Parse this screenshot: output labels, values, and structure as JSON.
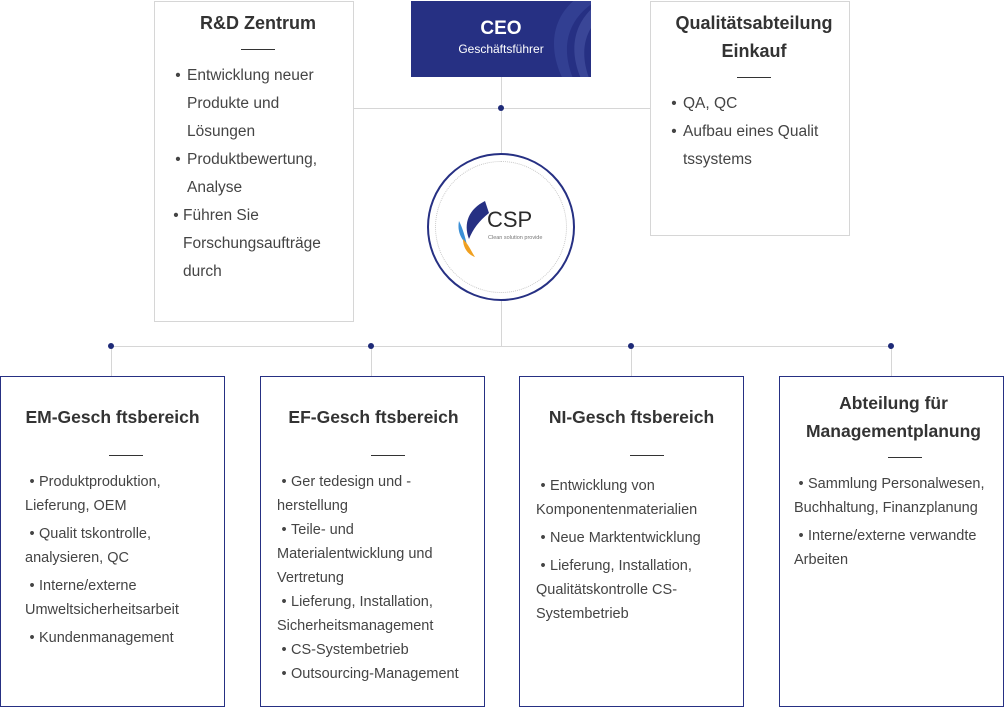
{
  "ceo": {
    "title": "CEO",
    "subtitle": "Geschäftsführer"
  },
  "logo": {
    "text": "CSP",
    "tagline": "Clean solution provide"
  },
  "rnd": {
    "title": "R&D Zentrum",
    "items": [
      "Entwicklung neuer Produkte und Lösungen",
      "Produktbewertung, Analyse",
      "Führen Sie Forschungsaufträge durch"
    ]
  },
  "quality": {
    "title_line1": "Qualitätsabteilung",
    "title_line2": "Einkauf",
    "items": [
      "QA, QC",
      "Aufbau eines Qualit tssystems"
    ]
  },
  "divisions": [
    {
      "title_line1": "EM-Gesch ftsbereich",
      "title_line2": "",
      "items": [
        "Produktproduktion, Lieferung, OEM",
        "Qualit tskontrolle, analysieren, QC",
        "Interne/externe Umweltsicherheitsarbeit",
        "Kundenmanagement"
      ]
    },
    {
      "title_line1": "EF-Gesch ftsbereich",
      "title_line2": "",
      "items": [
        "Ger tedesign und -herstellung",
        "Teile- und Materialentwicklung und Vertretung",
        "Lieferung, Installation, Sicherheitsmanagement",
        "CS-Systembetrieb",
        "Outsourcing-Management"
      ]
    },
    {
      "title_line1": "NI-Gesch ftsbereich",
      "title_line2": "",
      "items": [
        "Entwicklung von Komponentenmaterialien",
        "Neue Marktentwicklung",
        "Lieferung, Installation, Qualitätskontrolle CS-Systembetrieb"
      ]
    },
    {
      "title_line1": "Abteilung für",
      "title_line2": "Managementplanung",
      "items": [
        "Sammlung Personalwesen, Buchhaltung, Finanzplanung",
        "Interne/externe verwandte Arbeiten"
      ]
    }
  ]
}
